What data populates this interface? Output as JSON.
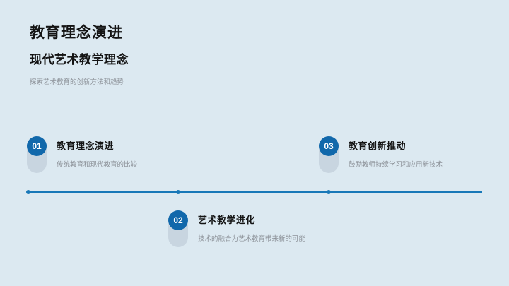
{
  "slide": {
    "title": "教育理念演进",
    "subtitle": "现代艺术教学理念",
    "description": "探索艺术教育的创新方法和趋势"
  },
  "timeline": {
    "items": [
      {
        "number": "01",
        "title": "教育理念演进",
        "description": "传统教育和现代教育的比较"
      },
      {
        "number": "02",
        "title": "艺术教学进化",
        "description": "技术的融合为艺术教育带来新的可能"
      },
      {
        "number": "03",
        "title": "教育创新推动",
        "description": "鼓励教师持续学习和应用新技术"
      }
    ]
  },
  "colors": {
    "background": "#dce9f1",
    "accent": "#1168ab",
    "timeline_line": "#1878b8",
    "badge_shadow": "#c8d5e0",
    "muted_text": "#8d9299"
  }
}
